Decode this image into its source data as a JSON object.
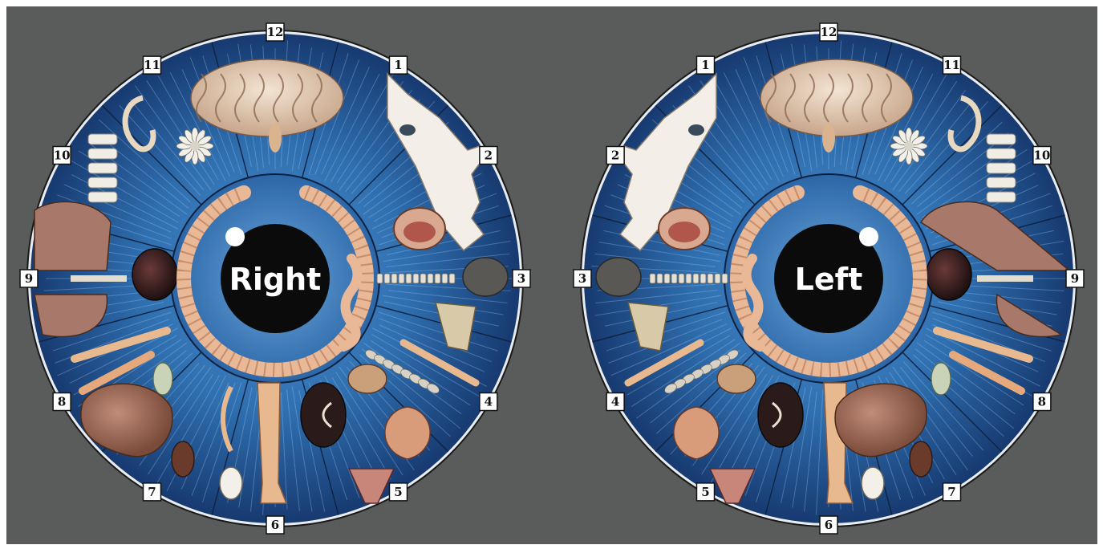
{
  "iris_charts": [
    {
      "name": "right-iris",
      "pupil_label": "Right",
      "clock_numbers": [
        "12",
        "1",
        "2",
        "3",
        "4",
        "5",
        "6",
        "7",
        "8",
        "9",
        "10",
        "11"
      ]
    },
    {
      "name": "left-iris",
      "pupil_label": "Left",
      "clock_numbers": [
        "12",
        "1",
        "2",
        "3",
        "4",
        "5",
        "6",
        "7",
        "8",
        "9",
        "10",
        "11"
      ]
    }
  ],
  "colors": {
    "background": "#5a5c5c",
    "iris_blue": "#2f6fb0",
    "iris_dark": "#173a70",
    "pupil": "#0b0b0b",
    "organ_tone": "#e8b98f",
    "rim": "#e9edf2"
  },
  "organ_icons": [
    "brain",
    "face-profile",
    "mouth",
    "throat",
    "ear",
    "spine",
    "lung",
    "heart",
    "colon",
    "liver",
    "gallbladder",
    "kidney",
    "bladder",
    "uterus",
    "leg",
    "testis",
    "pancreas",
    "stomach"
  ]
}
